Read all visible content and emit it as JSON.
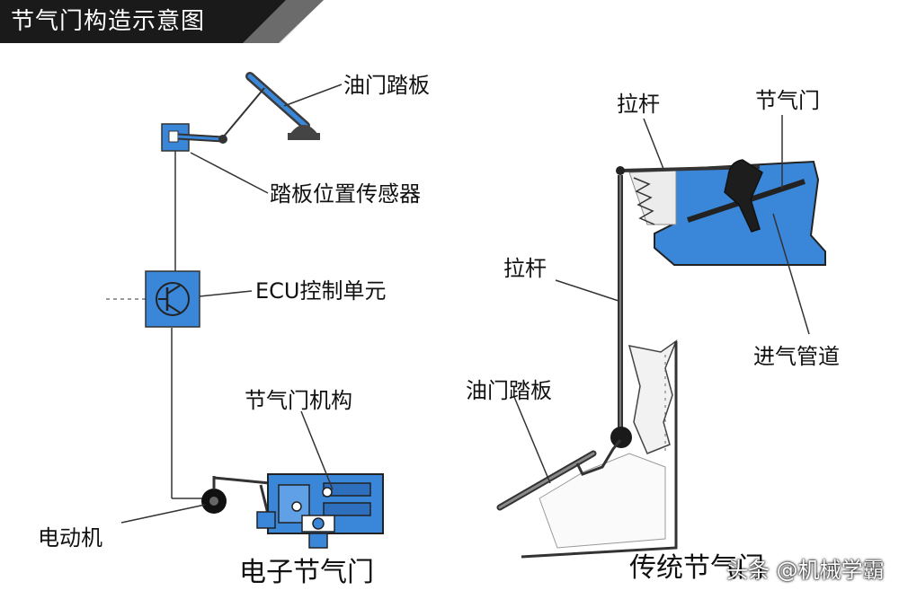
{
  "title": "节气门构造示意图",
  "left_diagram": {
    "caption": "电子节气门",
    "labels": {
      "pedal": "油门踏板",
      "pedal_sensor": "踏板位置传感器",
      "ecu": "ECU控制单元",
      "throttle_mechanism": "节气门机构",
      "motor": "电动机"
    }
  },
  "right_diagram": {
    "caption": "传统节气门",
    "labels": {
      "rod_top": "拉杆",
      "throttle": "节气门",
      "rod": "拉杆",
      "intake_pipe": "进气管道",
      "pedal": "油门踏板"
    }
  },
  "watermark": "头条 @机械学霸",
  "colors": {
    "banner": "#1a1a1a",
    "blue": "#3a86d8",
    "dark": "#222222"
  }
}
